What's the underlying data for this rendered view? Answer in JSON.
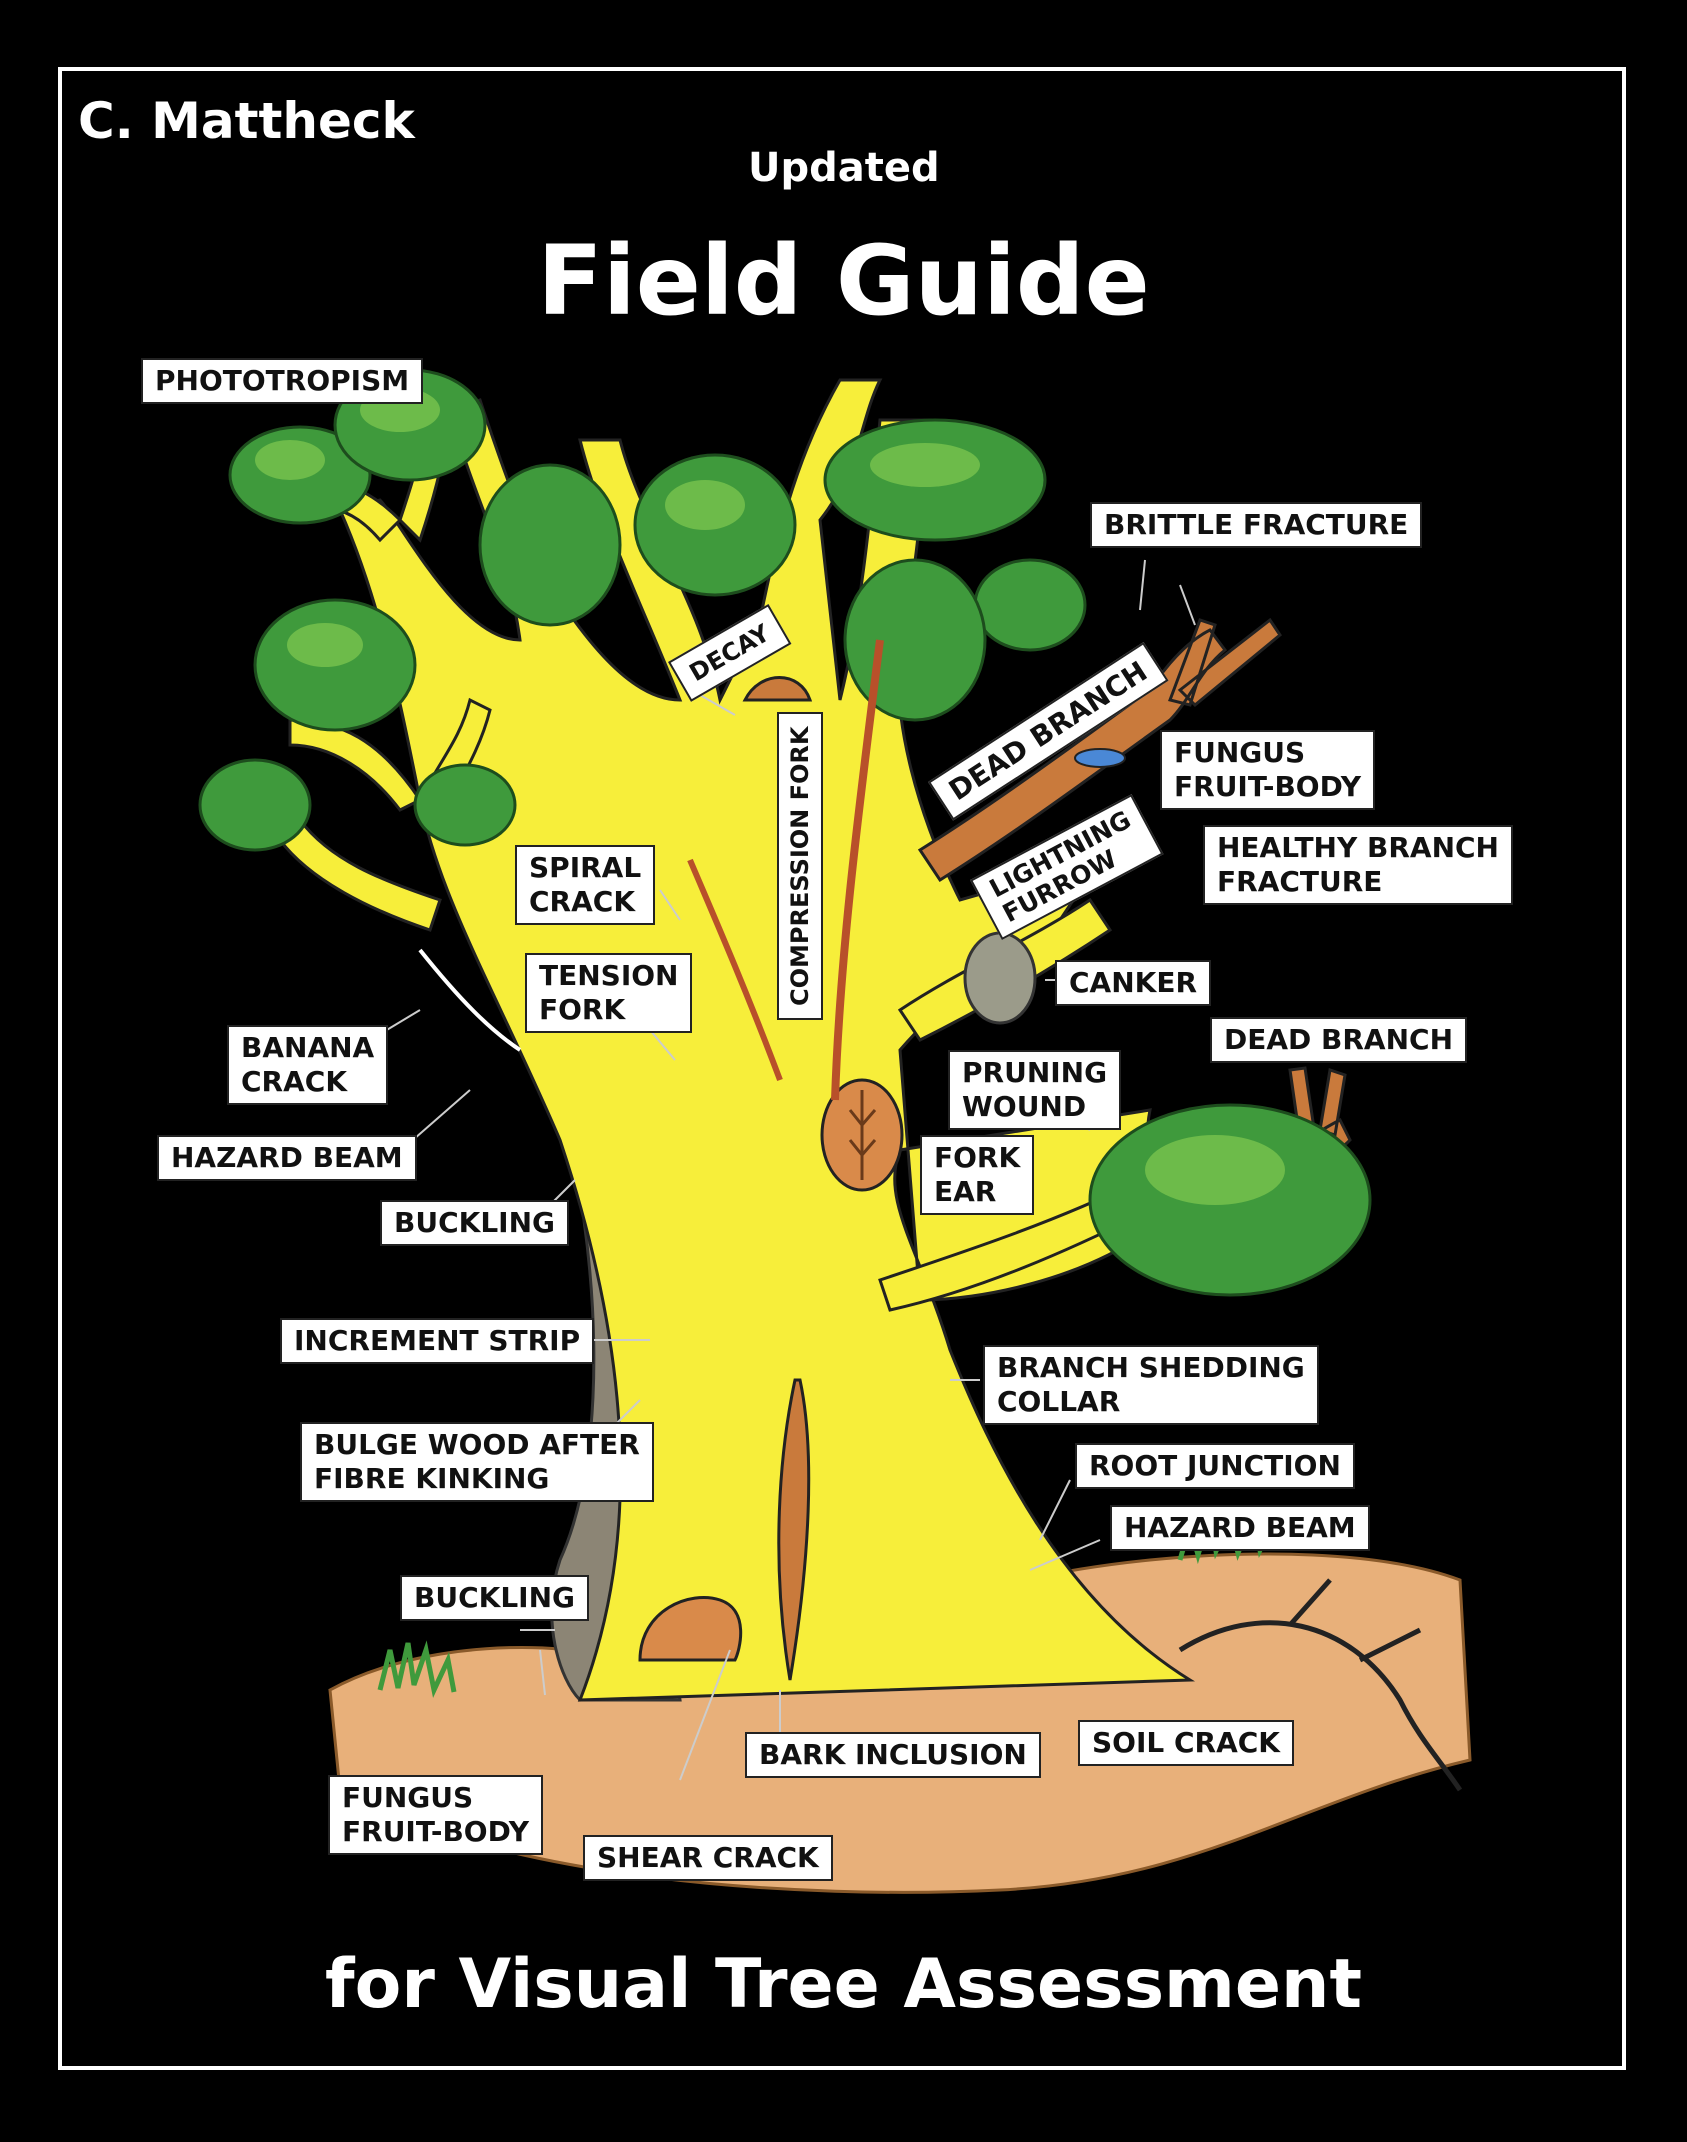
{
  "header": {
    "author": "C. Mattheck",
    "updated": "Updated",
    "title": "Field Guide",
    "subtitle": "for Visual Tree Assessment"
  },
  "labels": {
    "phototropism": "PHOTOTROPISM",
    "brittle_fracture": "BRITTLE FRACTURE",
    "decay": "DECAY",
    "dead_branch_upper": "DEAD BRANCH",
    "fungus_upper_1": "FUNGUS",
    "fungus_upper_2": "FRUIT-BODY",
    "compression_fork": "COMPRESSION FORK",
    "lightning_1": "LIGHTNING",
    "lightning_2": "FURROW",
    "healthy_branch_1": "HEALTHY BRANCH",
    "healthy_branch_2": "FRACTURE",
    "spiral_1": "SPIRAL",
    "spiral_2": "CRACK",
    "canker": "CANKER",
    "tension_1": "TENSION",
    "tension_2": "FORK",
    "dead_branch_right": "DEAD BRANCH",
    "banana_1": "BANANA",
    "banana_2": "CRACK",
    "pruning_1": "PRUNING",
    "pruning_2": "WOUND",
    "hazard_beam_left": "HAZARD BEAM",
    "fork_ear_1": "FORK",
    "fork_ear_2": "EAR",
    "buckling_upper": "BUCKLING",
    "increment_strip": "INCREMENT STRIP",
    "branch_shedding_1": "BRANCH SHEDDING",
    "branch_shedding_2": "COLLAR",
    "bulge_1": "BULGE WOOD AFTER",
    "bulge_2": "FIBRE KINKING",
    "root_junction": "ROOT JUNCTION",
    "hazard_beam_right": "HAZARD BEAM",
    "buckling_lower": "BUCKLING",
    "soil_crack": "SOIL CRACK",
    "bark_inclusion": "BARK INCLUSION",
    "fungus_lower_1": "FUNGUS",
    "fungus_lower_2": "FRUIT-BODY",
    "shear_crack": "SHEAR CRACK"
  },
  "colors": {
    "background": "#000000",
    "trunk": "#f7ee3a",
    "foliage": "#3f9a3c",
    "foliage_light": "#6dbb4a",
    "dead_wood": "#c97a3c",
    "soil": "#e8b07a",
    "bark": "#8c8575"
  }
}
